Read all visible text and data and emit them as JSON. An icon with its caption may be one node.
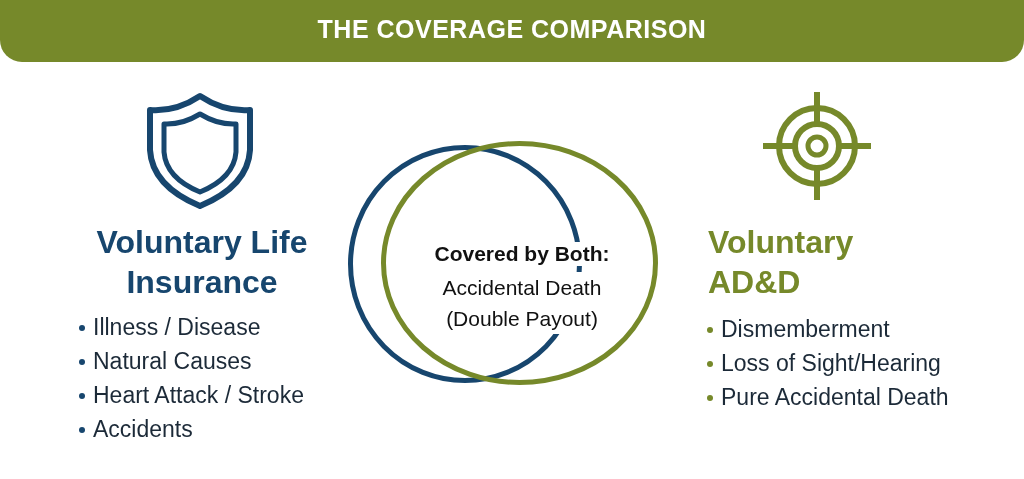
{
  "diagram": {
    "title": "THE COVERAGE COMPARISON",
    "nodes": [
      {
        "text": [],
        "shape": "circle"
      },
      {
        "text": [],
        "shape": "circle"
      }
    ],
    "labels": [
      "Voluntary Life Insurance",
      "Illness / Disease",
      "Natural Causes",
      "Heart Attack / Stroke",
      "Accidents",
      "Covered by Both:",
      "Accidental Death (Double Payout)",
      "Voluntary AD&D",
      "Dismemberment",
      "Loss of Sight/Hearing",
      "Pure Accidental Death"
    ]
  }
}
